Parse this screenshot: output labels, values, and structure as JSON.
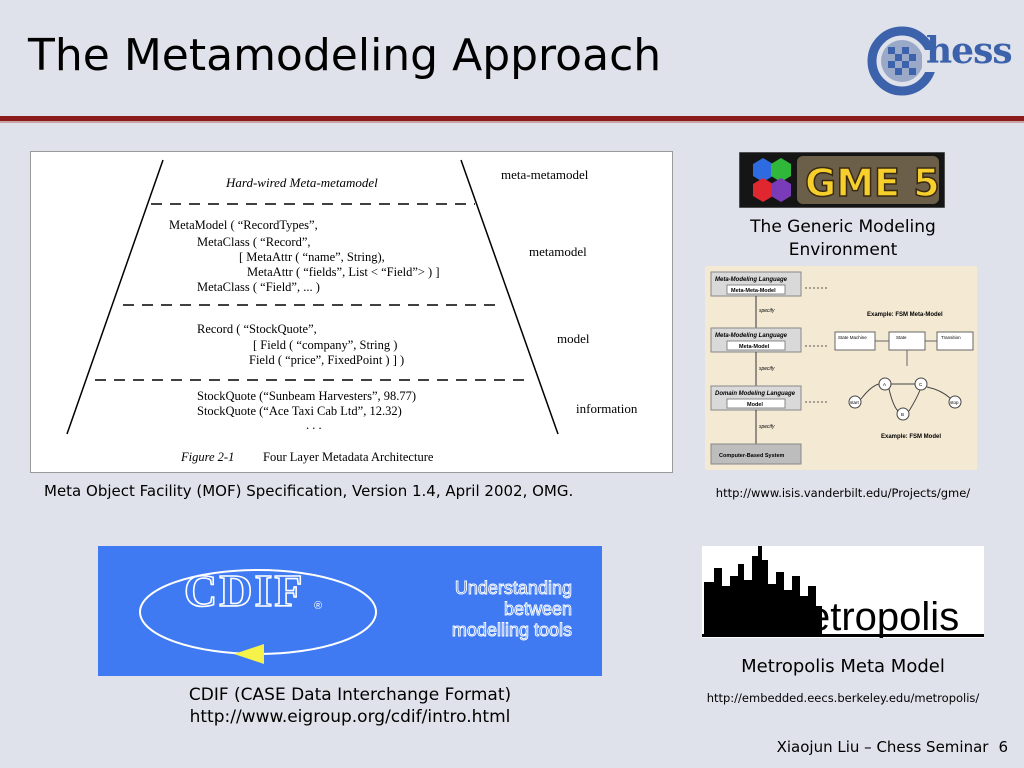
{
  "slide": {
    "title": "The Metamodeling Approach",
    "footer_author": "Xiaojun Liu – Chess Seminar",
    "page_number": "6"
  },
  "chess_logo": {
    "text": "hess"
  },
  "mof_figure": {
    "top_label": "Hard-wired Meta-metamodel",
    "layer_labels": [
      "meta-metamodel",
      "metamodel",
      "model",
      "information"
    ],
    "metamodel_lines": [
      "MetaModel ( “RecordTypes”,",
      "MetaClass ( “Record”,",
      "[ MetaAttr ( “name”, String),",
      "MetaAttr ( “fields”, List < “Field”> ) ]",
      "MetaClass ( “Field”, ... )"
    ],
    "model_lines": [
      "Record ( “StockQuote”,",
      "[ Field ( “company”, String )",
      "Field ( “price”, FixedPoint ) ] )"
    ],
    "information_lines": [
      "StockQuote (“Sunbeam Harvesters”, 98.77)",
      "StockQuote (“Ace Taxi Cab Ltd”, 12.32)",
      ". . ."
    ],
    "figure_number": "Figure 2-1",
    "figure_title": "Four Layer Metadata Architecture"
  },
  "mof_caption": "Meta Object Facility (MOF) Specification, Version 1.4, April 2002, OMG.",
  "gme": {
    "logo_text": "GME 5",
    "label_line1": "The Generic Modeling",
    "label_line2": "Environment",
    "url": "http://www.isis.vanderbilt.edu/Projects/gme/",
    "diagram": {
      "boxes": [
        {
          "header": "Meta-Modeling Language",
          "inner": "Meta-Meta-Model"
        },
        {
          "header": "Meta-Modeling Language",
          "inner": "Meta-Model"
        },
        {
          "header": "Domain Modeling Language",
          "inner": "Model"
        }
      ],
      "specify": "specify",
      "bottom_box": "Computer-Based System",
      "fsm_meta_title": "Example: FSM Meta-Model",
      "fsm_meta_classes": [
        "State Machine",
        "State",
        "Transition"
      ],
      "fsm_states": [
        "start",
        "A",
        "B",
        "C",
        "stop"
      ],
      "fsm_title": "Example: FSM Model"
    }
  },
  "cdif": {
    "logo_text": "CDIF",
    "registered": "®",
    "tagline": [
      "Understanding",
      "between",
      "modelling tools"
    ],
    "caption_line1": "CDIF (CASE Data Interchange Format)",
    "caption_line2": "http://www.eigroup.org/cdif/intro.html"
  },
  "metropolis": {
    "logo_text": "etropolis",
    "label": "Metropolis Meta Model",
    "url": "http://embedded.eecs.berkeley.edu/metropolis/"
  },
  "colors": {
    "background": "#dfe2ea",
    "title_rule": "#8b1a1a",
    "chess_blue": "#3c62ab",
    "cdif_blue": "#3f7af3",
    "gme_panel": "#f4ead4"
  }
}
